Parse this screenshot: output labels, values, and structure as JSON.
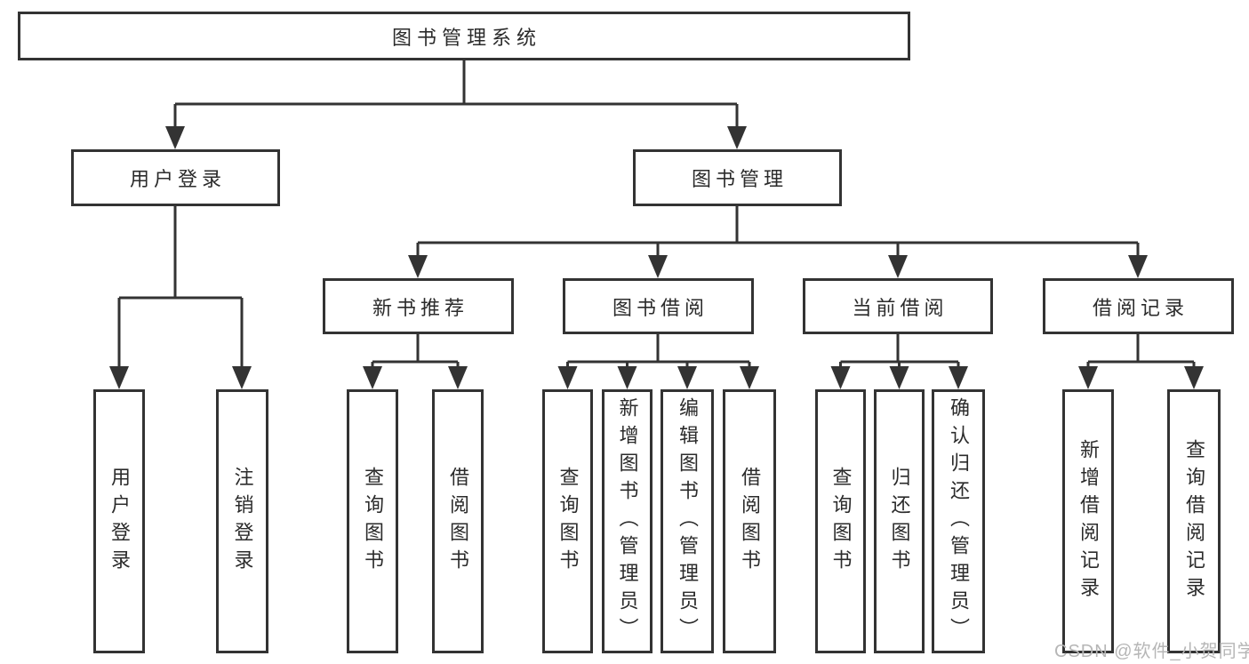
{
  "colors": {
    "line": "#333333",
    "box_border": "#333333",
    "text": "#2b2b2b",
    "background": "#ffffff",
    "watermark": "#b6b6b6"
  },
  "tree": {
    "root": {
      "label": "图书管理系统"
    },
    "branches": [
      {
        "label": "用户登录",
        "children": [
          {
            "label": "用户登录"
          },
          {
            "label": "注销登录"
          }
        ]
      },
      {
        "label": "图书管理",
        "groups": [
          {
            "label": "新书推荐",
            "children": [
              {
                "label": "查询图书"
              },
              {
                "label": "借阅图书"
              }
            ]
          },
          {
            "label": "图书借阅",
            "children": [
              {
                "label": "查询图书"
              },
              {
                "label": "新增图书（管理员）"
              },
              {
                "label": "编辑图书（管理员）"
              },
              {
                "label": "借阅图书"
              }
            ]
          },
          {
            "label": "当前借阅",
            "children": [
              {
                "label": "查询图书"
              },
              {
                "label": "归还图书"
              },
              {
                "label": "确认归还（管理员）"
              }
            ]
          },
          {
            "label": "借阅记录",
            "children": [
              {
                "label": "新增借阅记录"
              },
              {
                "label": "查询借阅记录"
              }
            ]
          }
        ]
      }
    ]
  },
  "watermark": "CSDN @软件_小贺同学"
}
